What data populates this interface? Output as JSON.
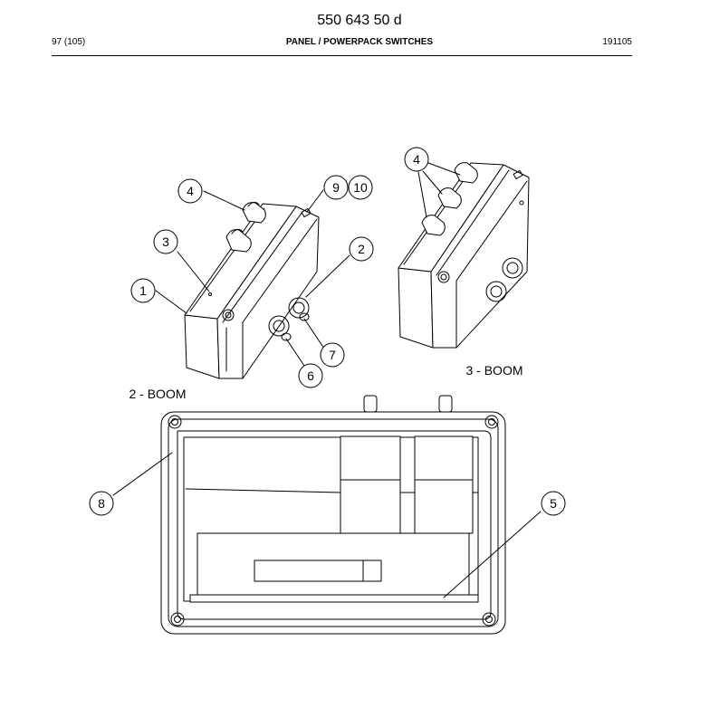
{
  "header": {
    "doc_number": "550 643 50 d",
    "page_ref": "97 (105)",
    "section_title": "PANEL / POWERPACK SWITCHES",
    "date_code": "191105"
  },
  "figure": {
    "captions": {
      "two_boom": "2 - BOOM",
      "three_boom": "3 - BOOM"
    },
    "callouts": {
      "c1": "1",
      "c2": "2",
      "c3": "3",
      "c4a": "4",
      "c4b": "4",
      "c5": "5",
      "c6": "6",
      "c7": "7",
      "c8": "8",
      "c9": "9",
      "c10": "10"
    }
  }
}
